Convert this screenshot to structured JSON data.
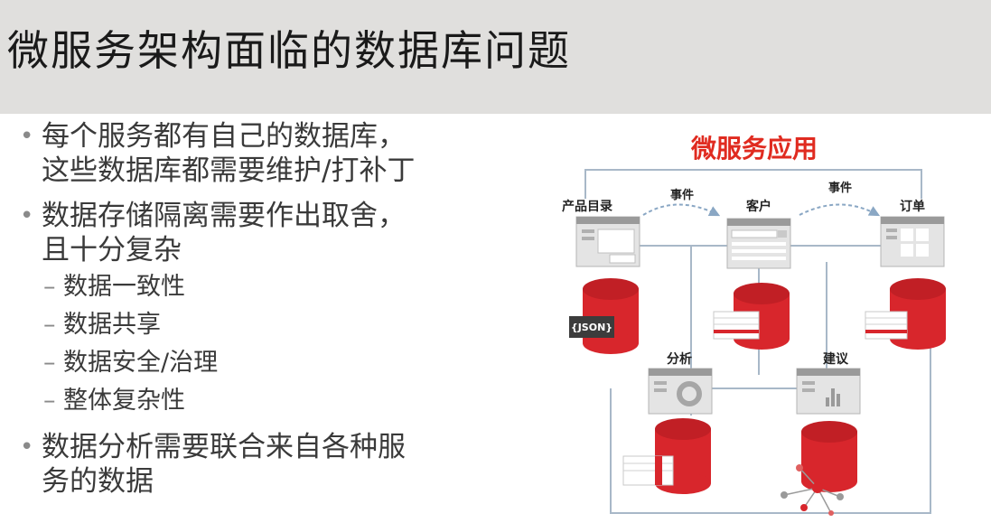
{
  "title": "微服务架构面临的数据库问题",
  "bullets": [
    {
      "lines": [
        "每个服务都有自己的数据库，",
        "这些数据库都需要维护/打补丁"
      ]
    },
    {
      "lines": [
        "数据存储隔离需要作出取舍，",
        "且十分复杂"
      ],
      "subs": [
        "数据一致性",
        "数据共享",
        "数据安全/治理",
        "整体复杂性"
      ]
    },
    {
      "lines": [
        "数据分析需要联合来自各种服",
        "务的数据"
      ]
    }
  ],
  "diagram": {
    "heading": "微服务应用",
    "services": {
      "catalog": "产品目录",
      "customer": "客户",
      "order": "订单",
      "analytics": "分析",
      "recommend": "建议"
    },
    "event_label": "事件",
    "json_tag": "{JSON}",
    "colors": {
      "red": "#d8262c",
      "heading": "#e02b20",
      "screen": "#d6d6d6"
    }
  }
}
